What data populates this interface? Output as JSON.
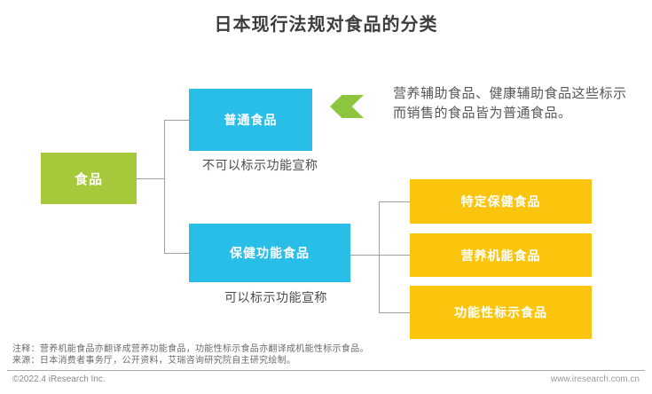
{
  "title": "日本现行法规对食品的分类",
  "colors": {
    "root_green": "#a6c93c",
    "arrow_green": "#8cc63f",
    "branch_cyan": "#29bee8",
    "leaf_yellow": "#fbc50d",
    "connector_gray": "#a0a0a0"
  },
  "diagram": {
    "root": {
      "label": "食品"
    },
    "branches": [
      {
        "label": "普通食品",
        "caption": "不可以标示功能宣称"
      },
      {
        "label": "保健功能食品",
        "caption": "可以标示功能宣称"
      }
    ],
    "leaves": [
      {
        "label": "特定保健食品"
      },
      {
        "label": "营养机能食品"
      },
      {
        "label": "功能性标示食品"
      }
    ],
    "callout": {
      "line1": "营养辅助食品、健康辅助食品这些标示",
      "line2": "而销售的食品皆为普通食品。"
    }
  },
  "footer": {
    "note": "注释：营养机能食品亦翻译成营养功能食品，功能性标示食品亦翻译成机能性标示食品。",
    "source": "来源：日本消费者事务厅，公开资料，艾瑞咨询研究院自主研究绘制。",
    "copyright": "©2022.4 iResearch Inc.",
    "website": "www.iresearch.com.cn"
  }
}
